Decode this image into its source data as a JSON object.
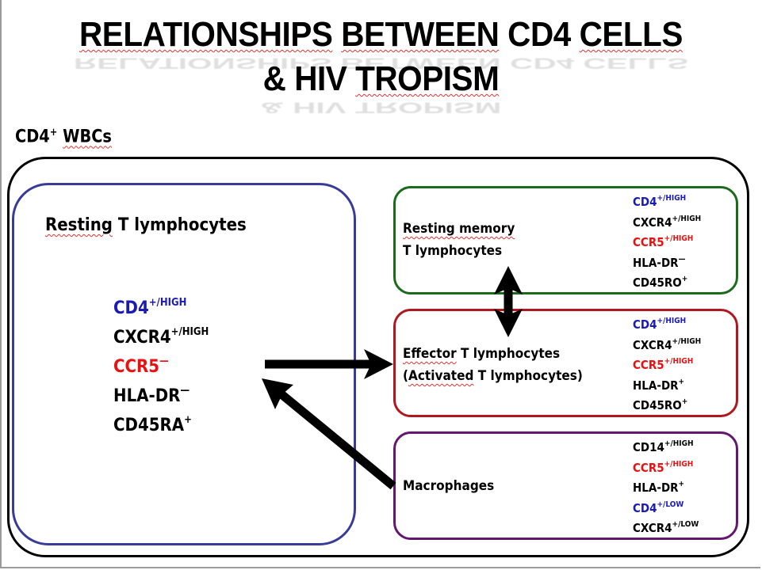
{
  "title": {
    "line1_words": [
      "RELATIONSHIPS",
      "BETWEEN",
      "CD4",
      "CELLS"
    ],
    "line2_words": [
      "&",
      "HIV",
      "TROPISM"
    ]
  },
  "colors": {
    "cd4_blue": "#1a1ab4",
    "ccr5_red": "#e81010",
    "black": "#000000",
    "resting_box": "#383b98",
    "memory_box": "#1c6b1c",
    "effector_box": "#b01820",
    "macrophage_box": "#63176e"
  },
  "group_label": {
    "base": "CD4",
    "sup": "+",
    "suffix": "WBCs"
  },
  "resting_t": {
    "title_word1": "Resting",
    "title_rest": "T lymphocytes",
    "markers": [
      {
        "name": "CD4",
        "sup": "+/HIGH",
        "color": "blue"
      },
      {
        "name": "CXCR4",
        "sup": "+/HIGH",
        "color": "black"
      },
      {
        "name": "CCR5",
        "sup": "—",
        "color": "red"
      },
      {
        "name": "HLA-DR",
        "sup": "—",
        "color": "black"
      },
      {
        "name": "CD45RA",
        "sup": "+",
        "color": "black"
      }
    ]
  },
  "resting_memory": {
    "line1": "Resting memory",
    "line2": "T lymphocytes",
    "markers": [
      {
        "name": "CD4",
        "sup": "+/HIGH",
        "color": "blue"
      },
      {
        "name": "CXCR4",
        "sup": "+/HIGH",
        "color": "black"
      },
      {
        "name": "CCR5",
        "sup": "+/HIGH",
        "color": "red"
      },
      {
        "name": "HLA-DR",
        "sup": "—",
        "color": "black"
      },
      {
        "name": "CD45RO",
        "sup": "+",
        "color": "black"
      }
    ]
  },
  "effector": {
    "line1_word1": "Effector",
    "line1_rest": "T lymphocytes",
    "line2_open": "(",
    "line2_word1": "Activated",
    "line2_rest": "T lymphocytes)",
    "markers": [
      {
        "name": "CD4",
        "sup": "+/HIGH",
        "color": "blue"
      },
      {
        "name": "CXCR4",
        "sup": "+/HIGH",
        "color": "black"
      },
      {
        "name": "CCR5",
        "sup": "+/HIGH",
        "color": "red"
      },
      {
        "name": "HLA-DR",
        "sup": "+",
        "color": "black"
      },
      {
        "name": "CD45RO",
        "sup": "+",
        "color": "black"
      }
    ]
  },
  "macrophages": {
    "label": "Macrophages",
    "markers": [
      {
        "name": "CD14",
        "sup": "+/HIGH",
        "color": "black"
      },
      {
        "name": "CCR5",
        "sup": "+/HIGH",
        "color": "red"
      },
      {
        "name": "HLA-DR",
        "sup": "+",
        "color": "black"
      },
      {
        "name": "CD4",
        "sup": "+/LOW",
        "color": "blue"
      },
      {
        "name": "CXCR4",
        "sup": "+/LOW",
        "color": "black"
      }
    ]
  },
  "relationships": [
    {
      "from": "Resting T lymphocytes",
      "to": "Effector T lymphocytes",
      "type": "one-way"
    },
    {
      "from": "Macrophages",
      "to": "Resting T lymphocytes",
      "type": "one-way"
    },
    {
      "from": "Resting memory T lymphocytes",
      "to": "Effector T lymphocytes",
      "type": "two-way"
    }
  ]
}
